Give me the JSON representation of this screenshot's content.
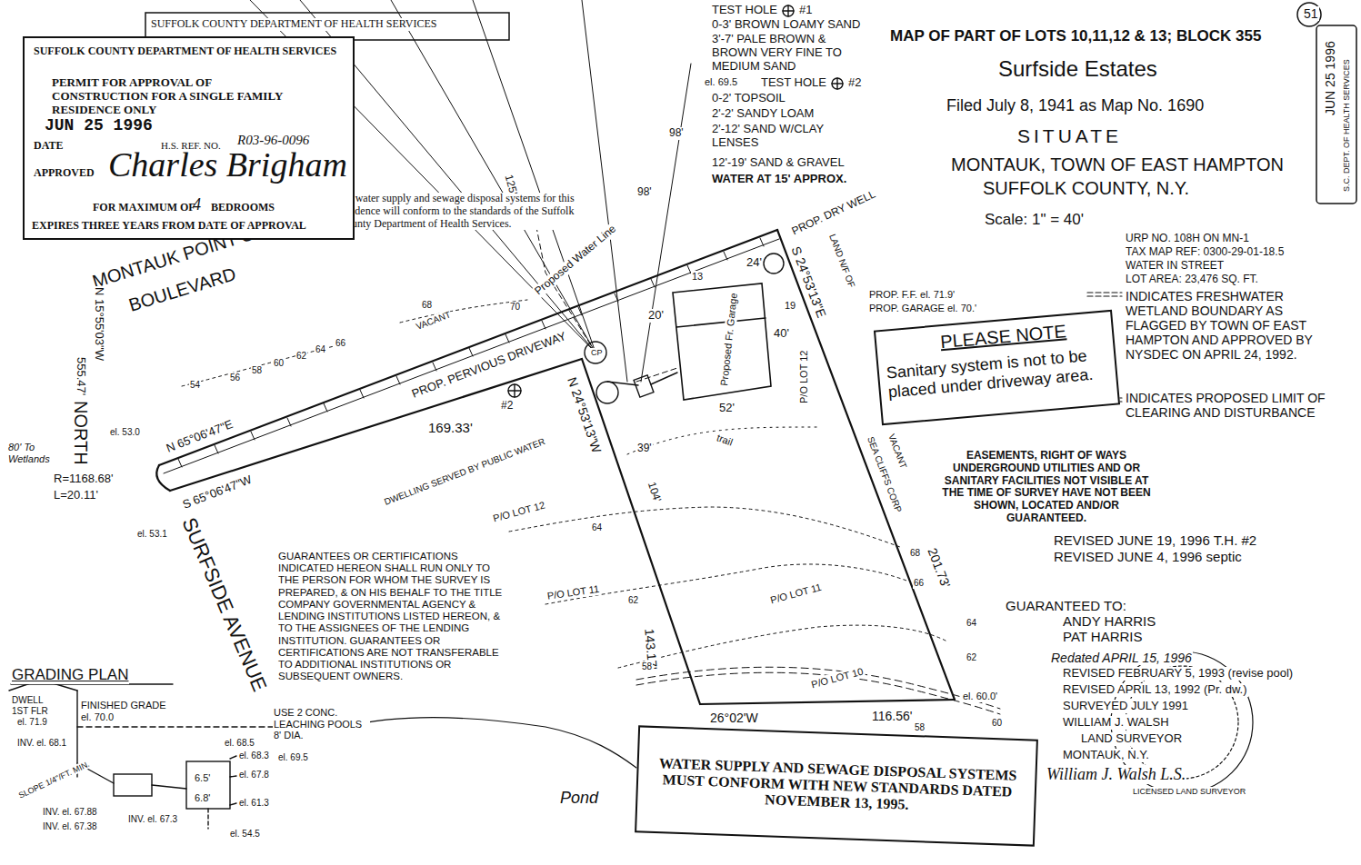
{
  "diagram": {
    "title": "MAP OF PART OF LOTS 10,11,12 & 13; BLOCK 355",
    "nodes": [
      {
        "text": [
          "SUFFOLK COUNTY DEPARTMENT OF HEALTH SERVICES",
          "PERMIT FOR APPROVAL OF CONSTRUCTION FOR A SINGLE FAMILY RESIDENCE ONLY",
          "JUN 25 1996",
          "DATE",
          "H.S. REF. NO.",
          "R03-96-0096",
          "APPROVED",
          "Charles Brigham",
          "FOR MAXIMUM OF",
          "4",
          "BEDROOMS",
          "EXPIRES THREE YEARS FROM DATE OF APPROVAL"
        ]
      },
      {
        "text": [
          "PLEASE NOTE",
          "Sanitary system is not to be placed under driveway area."
        ]
      },
      {
        "text": [
          "WATER SUPPLY AND SEWAGE DISPOSAL SYSTEMS MUST CONFORM WITH NEW STANDARDS DATED NOVEMBER 13, 1995."
        ]
      }
    ],
    "labels": [
      "51",
      "Surfside Estates",
      "Filed July 8, 1941 as Map No. 1690",
      "SITUATE",
      "MONTAUK, TOWN OF EAST HAMPTON",
      "SUFFOLK COUNTY, N.Y.",
      "Scale: 1\" = 40'",
      "URP NO. 108H ON MN-1",
      "TAX MAP REF: 0300-29-01-18.5",
      "WATER IN STREET",
      "LOT AREA: 23,476 SQ. FT.",
      "JUN 25 1996",
      "S.C. DEPT. OF HEALTH SERVICES",
      "TEST HOLE",
      "#1",
      "0-3' BROWN LOAMY SAND",
      "3'-7' PALE BROWN & BROWN VERY FINE TO MEDIUM SAND",
      "el. 69.5",
      "TEST HOLE",
      "#2",
      "0-2' TOPSOIL",
      "2'-2' SANDY LOAM",
      "2'-12' SAND W/CLAY LENSES",
      "12'-19' SAND & GRAVEL",
      "WATER AT 15' APPROX.",
      "SUFFOLK COUNTY DEPARTMENT OF HEALTH SERVICES",
      "the water supply and sewage disposal systems for this residence will conform to the standards of the Suffolk County Department of Health Services.",
      "MONTAUK POINT STATE",
      "BOULEVARD",
      "N 15°55'03\"W",
      "555.47'",
      "NORTH",
      "80' To Wetlands",
      "R=1168.68'",
      "L=20.11'",
      "SURFSIDE AVENUE",
      "N 65°06'47\"E",
      "S 65°06'47\"W",
      "PROP. PERVIOUS DRIVEWAY",
      "Proposed Water Line",
      "VACANT",
      "169.33'",
      "N 24°53'13\"W",
      "DWELLING SERVED BY PUBLIC WATER",
      "P/O LOT 12",
      "P/O LOT 11",
      "P/O LOT 11",
      "P/O LOT 10",
      "P/O LOT 12",
      "Proposed Fr. Garage",
      "52'",
      "40'",
      "20'",
      "24'",
      "S 24°53'13\"E",
      "LAND N/F OF",
      "SEA CLIFFS CORP",
      "VACANT",
      "PROP. DRY WELL",
      "PROP. F.F. el. 71.9'",
      "PROP. GARAGE el. 70.'",
      "trail",
      "39'",
      "104'",
      "143.17'",
      "201.73'",
      "26°02'W",
      "116.56'",
      "el. 60.0'",
      "64",
      "62",
      "58",
      "68",
      "66",
      "64",
      "62",
      "58",
      "60",
      "54",
      "56",
      "58",
      "60",
      "62",
      "64",
      "66",
      "70",
      "68",
      "el. 53.0",
      "el. 53.1",
      "Pond",
      "USE 2 CONC. LEACHING POOLS 8' DIA.",
      "GUARANTEES OR CERTIFICATIONS INDICATED HEREON SHALL RUN ONLY TO THE PERSON FOR WHOM THE SURVEY IS PREPARED, & ON HIS BEHALF TO THE TITLE COMPANY GOVERNMENTAL AGENCY & LENDING INSTITUTIONS LISTED HEREON, & TO THE ASSIGNEES OF THE LENDING INSTITUTION. GUARANTEES OR CERTIFICATIONS ARE NOT TRANSFERABLE TO ADDITIONAL INSTITUTIONS OR SUBSEQUENT OWNERS.",
      "EASEMENTS, RIGHT OF WAYS UNDERGROUND UTILITIES AND OR SANITARY FACILITIES NOT VISIBLE AT THE TIME OF SURVEY HAVE NOT BEEN SHOWN, LOCATED AND/OR GUARANTEED.",
      "REVISED JUNE 19, 1996 T.H. #2",
      "REVISED JUNE 4, 1996 septic",
      "GUARANTEED TO:",
      "ANDY HARRIS",
      "PAT HARRIS",
      "Redated APRIL 15, 1996",
      "REVISED FEBRUARY 5, 1993 (revise pool)",
      "REVISED APRIL 13, 1992 (Pr. dw.)",
      "SURVEYED JULY 1991",
      "WILLIAM J. WALSH",
      "LAND SURVEYOR",
      "MONTAUK, N.Y.",
      "William J. Walsh L.S.",
      "LICENSED LAND SURVEYOR",
      "GRADING PLAN",
      "DWELL",
      "1ST FLR",
      "el. 71.9",
      "INV. el. 68.1",
      "FINISHED GRADE el. 70.0",
      "SLOPE 1/4\"/FT. MIN.",
      "INV. el. 67.88",
      "INV. el. 67.38",
      "INV. el. 67.3",
      "el. 68.5",
      "el. 68.3",
      "el. 67.8",
      "el. 61.3",
      "el. 69.5",
      "el. 54.5",
      "6.5'",
      "6.8'",
      "125'",
      "98'",
      "98'",
      "#2",
      "CP",
      "19",
      "13"
    ],
    "legend": [
      {
        "text": "INDICATES FRESHWATER WETLAND BOUNDARY AS FLAGGED BY TOWN OF EAST HAMPTON AND APPROVED BY NYSDEC ON APRIL 24, 1992."
      },
      {
        "text": "INDICATES PROPOSED LIMIT OF CLEARING AND DISTURBANCE"
      }
    ]
  }
}
